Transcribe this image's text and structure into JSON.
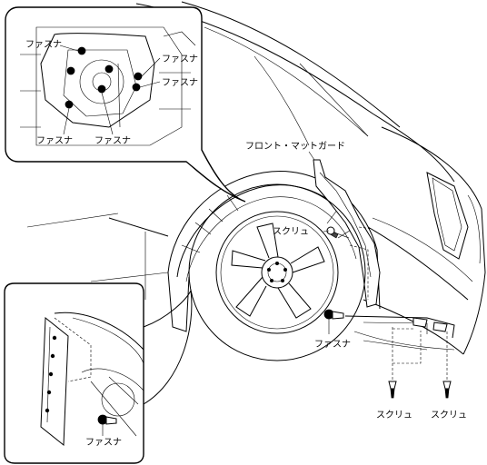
{
  "labels": {
    "fastener": "ファスナ",
    "screw": "スクリュ",
    "front_mudguard": "フロント・マットガード"
  }
}
